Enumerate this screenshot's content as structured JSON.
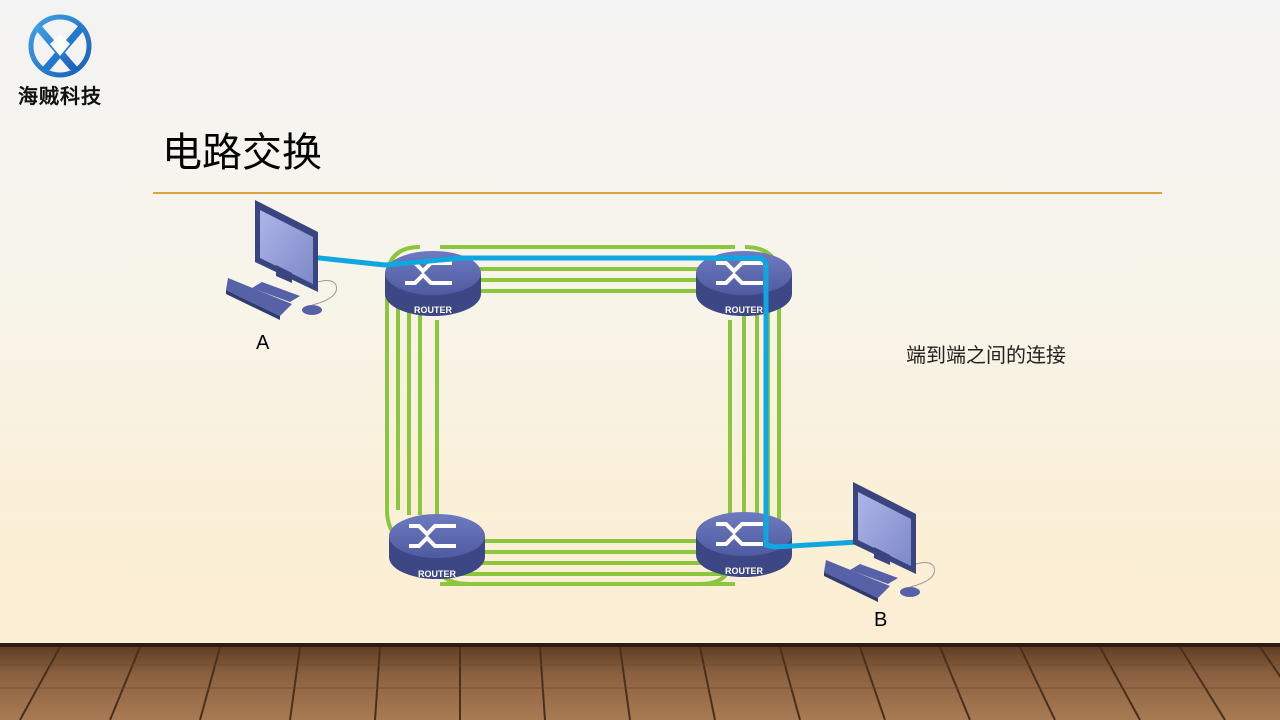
{
  "brand": {
    "name": "海贼科技",
    "logo_icon": "x-crest-logo"
  },
  "slide": {
    "title": "电路交换"
  },
  "diagram": {
    "router_label": "ROUTER",
    "hosts": {
      "a": "A",
      "b": "B"
    },
    "note": "端到端之间的连接",
    "colors": {
      "trunk": "#8cc63f",
      "path": "#10a7e0",
      "router": "#4e5a9e",
      "divider": "#d9a441"
    }
  }
}
